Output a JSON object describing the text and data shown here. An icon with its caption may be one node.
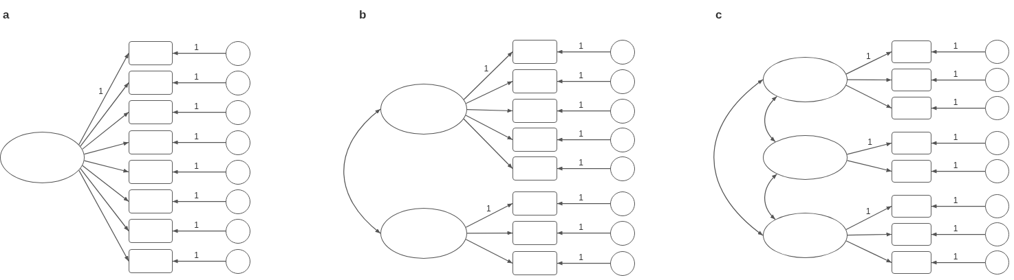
{
  "diagram": {
    "nodes": [
      {
        "text": [],
        "shape": "ellipse"
      },
      {
        "text": [],
        "shape": "box"
      },
      {
        "text": [],
        "shape": "box"
      },
      {
        "text": [],
        "shape": "box"
      },
      {
        "text": [],
        "shape": "box"
      },
      {
        "text": [],
        "shape": "box"
      },
      {
        "text": [],
        "shape": "box"
      },
      {
        "text": [],
        "shape": "box"
      },
      {
        "text": [],
        "shape": "box"
      },
      {
        "text": [],
        "shape": "circle"
      },
      {
        "text": [],
        "shape": "circle"
      },
      {
        "text": [],
        "shape": "circle"
      },
      {
        "text": [],
        "shape": "circle"
      },
      {
        "text": [],
        "shape": "circle"
      },
      {
        "text": [],
        "shape": "circle"
      },
      {
        "text": [],
        "shape": "circle"
      },
      {
        "text": [],
        "shape": "circle"
      },
      {
        "text": [],
        "shape": "ellipse"
      },
      {
        "text": [],
        "shape": "ellipse"
      },
      {
        "text": [],
        "shape": "box"
      },
      {
        "text": [],
        "shape": "box"
      },
      {
        "text": [],
        "shape": "box"
      },
      {
        "text": [],
        "shape": "box"
      },
      {
        "text": [],
        "shape": "box"
      },
      {
        "text": [],
        "shape": "box"
      },
      {
        "text": [],
        "shape": "box"
      },
      {
        "text": [],
        "shape": "box"
      },
      {
        "text": [],
        "shape": "circle"
      },
      {
        "text": [],
        "shape": "circle"
      },
      {
        "text": [],
        "shape": "circle"
      },
      {
        "text": [],
        "shape": "circle"
      },
      {
        "text": [],
        "shape": "circle"
      },
      {
        "text": [],
        "shape": "circle"
      },
      {
        "text": [],
        "shape": "circle"
      },
      {
        "text": [],
        "shape": "circle"
      },
      {
        "text": [],
        "shape": "ellipse"
      },
      {
        "text": [],
        "shape": "ellipse"
      },
      {
        "text": [],
        "shape": "ellipse"
      },
      {
        "text": [],
        "shape": "box"
      },
      {
        "text": [],
        "shape": "box"
      },
      {
        "text": [],
        "shape": "box"
      },
      {
        "text": [],
        "shape": "box"
      },
      {
        "text": [],
        "shape": "box"
      },
      {
        "text": [],
        "shape": "box"
      },
      {
        "text": [],
        "shape": "box"
      },
      {
        "text": [],
        "shape": "box"
      },
      {
        "text": [],
        "shape": "circle"
      },
      {
        "text": [],
        "shape": "circle"
      },
      {
        "text": [],
        "shape": "circle"
      },
      {
        "text": [],
        "shape": "circle"
      },
      {
        "text": [],
        "shape": "circle"
      },
      {
        "text": [],
        "shape": "circle"
      },
      {
        "text": [],
        "shape": "circle"
      },
      {
        "text": [],
        "shape": "circle"
      }
    ],
    "edges": [
      {
        "from": 0,
        "to": 1,
        "arrow": "to",
        "label": "1"
      },
      {
        "from": 0,
        "to": 2,
        "arrow": "to"
      },
      {
        "from": 0,
        "to": 3,
        "arrow": "to"
      },
      {
        "from": 0,
        "to": 4,
        "arrow": "to"
      },
      {
        "from": 0,
        "to": 5,
        "arrow": "to"
      },
      {
        "from": 0,
        "to": 6,
        "arrow": "to"
      },
      {
        "from": 0,
        "to": 7,
        "arrow": "to"
      },
      {
        "from": 0,
        "to": 8,
        "arrow": "to"
      },
      {
        "from": 9,
        "to": 1,
        "arrow": "to",
        "label": "1"
      },
      {
        "from": 10,
        "to": 2,
        "arrow": "to",
        "label": "1"
      },
      {
        "from": 11,
        "to": 3,
        "arrow": "to",
        "label": "1"
      },
      {
        "from": 12,
        "to": 4,
        "arrow": "to",
        "label": "1"
      },
      {
        "from": 13,
        "to": 5,
        "arrow": "to",
        "label": "1"
      },
      {
        "from": 14,
        "to": 6,
        "arrow": "to",
        "label": "1"
      },
      {
        "from": 15,
        "to": 7,
        "arrow": "to",
        "label": "1"
      },
      {
        "from": 16,
        "to": 8,
        "arrow": "to",
        "label": "1"
      },
      {
        "from": 17,
        "to": 19,
        "arrow": "to",
        "label": "1"
      },
      {
        "from": 17,
        "to": 20,
        "arrow": "to"
      },
      {
        "from": 17,
        "to": 21,
        "arrow": "to"
      },
      {
        "from": 17,
        "to": 22,
        "arrow": "to"
      },
      {
        "from": 17,
        "to": 23,
        "arrow": "to"
      },
      {
        "from": 18,
        "to": 24,
        "arrow": "to",
        "label": "1"
      },
      {
        "from": 18,
        "to": 25,
        "arrow": "to"
      },
      {
        "from": 18,
        "to": 26,
        "arrow": "to"
      },
      {
        "from": 27,
        "to": 19,
        "arrow": "to",
        "label": "1"
      },
      {
        "from": 28,
        "to": 20,
        "arrow": "to",
        "label": "1"
      },
      {
        "from": 29,
        "to": 21,
        "arrow": "to",
        "label": "1"
      },
      {
        "from": 30,
        "to": 22,
        "arrow": "to",
        "label": "1"
      },
      {
        "from": 31,
        "to": 23,
        "arrow": "to",
        "label": "1"
      },
      {
        "from": 32,
        "to": 24,
        "arrow": "to",
        "label": "1"
      },
      {
        "from": 33,
        "to": 25,
        "arrow": "to",
        "label": "1"
      },
      {
        "from": 34,
        "to": 26,
        "arrow": "to",
        "label": "1"
      },
      {
        "from": 17,
        "to": 18,
        "arrow": "both"
      },
      {
        "from": 35,
        "to": 38,
        "arrow": "to",
        "label": "1"
      },
      {
        "from": 35,
        "to": 39,
        "arrow": "to"
      },
      {
        "from": 35,
        "to": 40,
        "arrow": "to"
      },
      {
        "from": 36,
        "to": 41,
        "arrow": "to",
        "label": "1"
      },
      {
        "from": 36,
        "to": 42,
        "arrow": "to"
      },
      {
        "from": 37,
        "to": 43,
        "arrow": "to",
        "label": "1"
      },
      {
        "from": 37,
        "to": 44,
        "arrow": "to"
      },
      {
        "from": 37,
        "to": 45,
        "arrow": "to"
      },
      {
        "from": 46,
        "to": 38,
        "arrow": "to",
        "label": "1"
      },
      {
        "from": 47,
        "to": 39,
        "arrow": "to",
        "label": "1"
      },
      {
        "from": 48,
        "to": 40,
        "arrow": "to",
        "label": "1"
      },
      {
        "from": 49,
        "to": 41,
        "arrow": "to",
        "label": "1"
      },
      {
        "from": 50,
        "to": 42,
        "arrow": "to",
        "label": "1"
      },
      {
        "from": 51,
        "to": 43,
        "arrow": "to",
        "label": "1"
      },
      {
        "from": 52,
        "to": 44,
        "arrow": "to",
        "label": "1"
      },
      {
        "from": 53,
        "to": 45,
        "arrow": "to",
        "label": "1"
      },
      {
        "from": 35,
        "to": 36,
        "arrow": "both"
      },
      {
        "from": 36,
        "to": 37,
        "arrow": "both"
      },
      {
        "from": 35,
        "to": 37,
        "arrow": "both"
      }
    ],
    "labels": [
      "a",
      "b",
      "c"
    ]
  }
}
